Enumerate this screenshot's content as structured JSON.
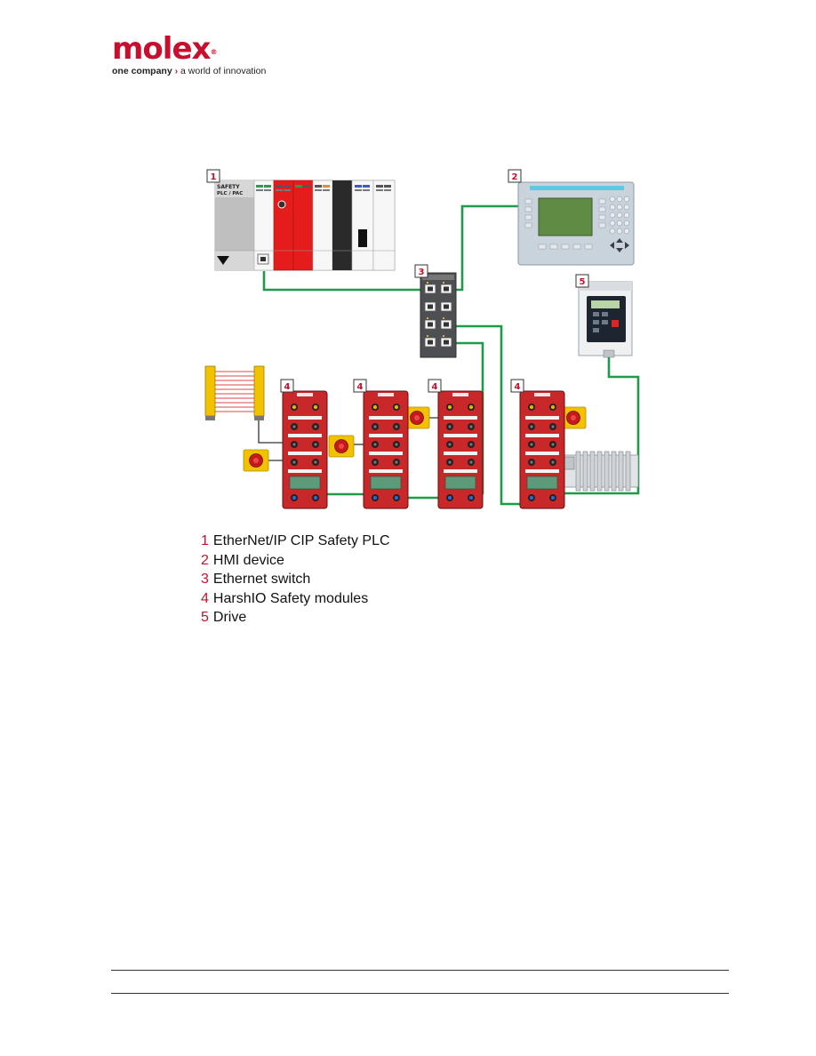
{
  "logo": {
    "word": "molex",
    "reg": "®",
    "tagline_bold": "one company",
    "tagline_sep": "›",
    "tagline_rest": "a world of innovation"
  },
  "diagram": {
    "plc_label_line1": "SAFETY",
    "plc_label_line2": "PLC / PAC",
    "callouts": [
      "1",
      "2",
      "3",
      "4",
      "4",
      "4",
      "4",
      "5"
    ],
    "colors": {
      "network": "#1f9a4a",
      "safety_red": "#c41a1a",
      "callout_red": "#c8102e",
      "curtain_yellow": "#f2c200"
    }
  },
  "legend": [
    {
      "num": "1",
      "text": "EtherNet/IP CIP Safety PLC"
    },
    {
      "num": "2",
      "text": "HMI device"
    },
    {
      "num": "3",
      "text": "Ethernet switch"
    },
    {
      "num": "4",
      "text": "HarshIO Safety modules"
    },
    {
      "num": "5",
      "text": "Drive"
    }
  ]
}
